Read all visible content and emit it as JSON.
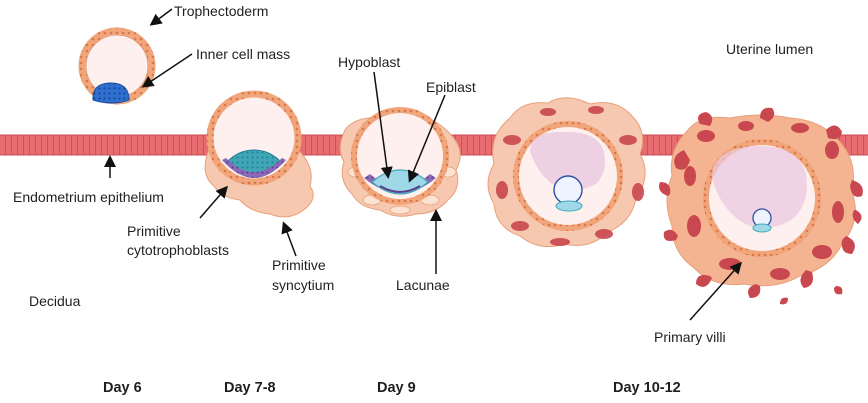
{
  "labels": {
    "trophectoderm": "Trophectoderm",
    "inner_cell_mass": "Inner cell mass",
    "hypoblast": "Hypoblast",
    "epiblast": "Epiblast",
    "uterine_lumen": "Uterine lumen",
    "endometrium_epithelium": "Endometrium epithelium",
    "primitive_cytotrophoblasts_line1": "Primitive",
    "primitive_cytotrophoblasts_line2": "cytotrophoblasts",
    "primitive_syncytium_line1": "Primitive",
    "primitive_syncytium_line2": "syncytium",
    "lacunae": "Lacunae",
    "decidua": "Decidua",
    "primary_villi": "Primary villi"
  },
  "days": {
    "day6": "Day 6",
    "day7_8": "Day 7-8",
    "day9": "Day 9",
    "day10_12": "Day 10-12"
  },
  "colors": {
    "epithelium": "#e46a6e",
    "trophectoderm_ring": "#e8955a",
    "syncytium": "#f7c8b0",
    "cytotrophoblast": "#f0a070",
    "lacunae_red": "#c9474e",
    "blastocoel": "#fdf2f2",
    "inner_cell_mass": "#2f6fd0",
    "epiblast": "#8fd0e0",
    "hypoblast": "#7a5aa8",
    "amnion": "#e9c8df"
  }
}
